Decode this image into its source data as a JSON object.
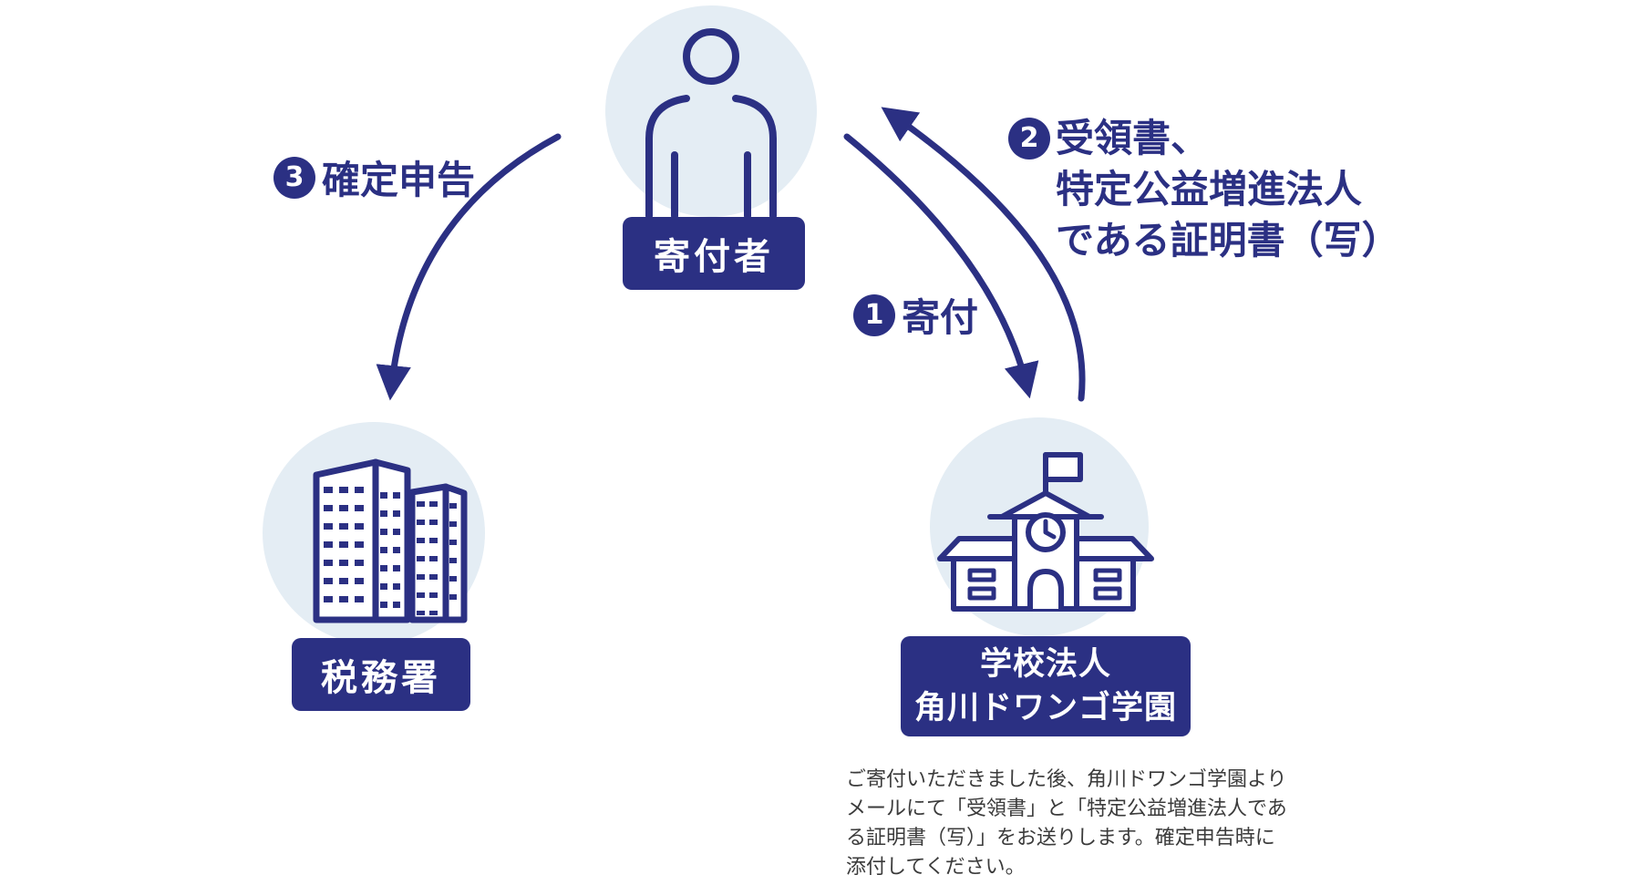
{
  "diagram": {
    "colors": {
      "primary": "#2b3083",
      "node_circle_bg": "#e4edf4",
      "plate_text": "#ffffff",
      "note_text": "#3b3b3b"
    },
    "nodes": {
      "donor": {
        "label": "寄付者"
      },
      "tax_office": {
        "label": "税務署"
      },
      "school": {
        "label_line1": "学校法人",
        "label_line2": "角川ドワンゴ学園"
      }
    },
    "arrows": {
      "donation": {
        "number": "1",
        "label": "寄付"
      },
      "receipt": {
        "number": "2",
        "label_line1": "受領書、",
        "label_line2": "特定公益増進法人",
        "label_line3": "である証明書（写）"
      },
      "tax_return": {
        "number": "3",
        "label": "確定申告"
      }
    },
    "note_lines": {
      "0": "ご寄付いただきました後、角川ドワンゴ学園より",
      "1": "メールにて「受領書」と「特定公益増進法人であ",
      "2": "る証明書（写）」をお送りします。確定申告時に",
      "3": "添付してください。"
    }
  },
  "icons": {
    "donor": "person-icon",
    "tax_office": "office-buildings-icon",
    "school": "school-building-icon"
  }
}
